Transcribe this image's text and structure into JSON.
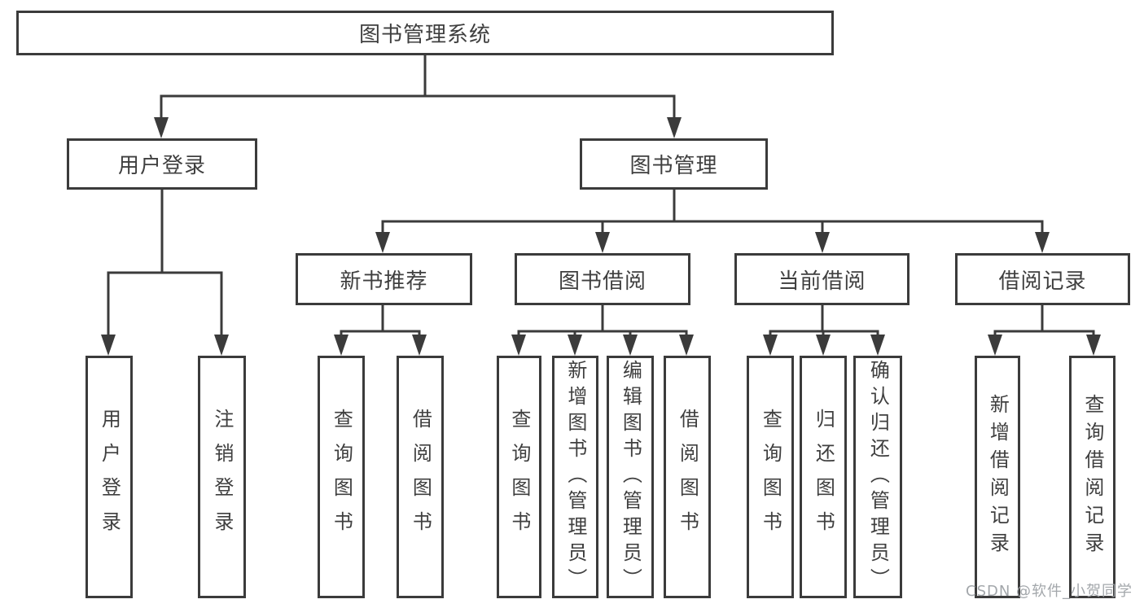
{
  "page": {
    "background": "#ffffff"
  },
  "colors": {
    "line": "#3b3b3b",
    "box_border": "#3b3b3b",
    "text": "#3f3f3f",
    "watermark": "#9ea2a7"
  },
  "diagram": {
    "type": "hierarchy-tree",
    "root": {
      "label": "图书管理系统"
    },
    "branches": [
      {
        "label": "用户登录",
        "children": [
          {
            "label": "用户登录"
          },
          {
            "label": "注销登录"
          }
        ]
      },
      {
        "label": "图书管理",
        "children": [
          {
            "label": "新书推荐",
            "children": [
              {
                "label": "查询图书"
              },
              {
                "label": "借阅图书"
              }
            ]
          },
          {
            "label": "图书借阅",
            "children": [
              {
                "label": "查询图书"
              },
              {
                "label": "新增图书（管理员）"
              },
              {
                "label": "编辑图书（管理员）"
              },
              {
                "label": "借阅图书"
              }
            ]
          },
          {
            "label": "当前借阅",
            "children": [
              {
                "label": "查询图书"
              },
              {
                "label": "归还图书"
              },
              {
                "label": "确认归还（管理员）"
              }
            ]
          },
          {
            "label": "借阅记录",
            "children": [
              {
                "label": "新增借阅记录"
              },
              {
                "label": "查询借阅记录"
              }
            ]
          }
        ]
      }
    ]
  },
  "watermark": {
    "text": "CSDN @软件_小贺同学"
  }
}
